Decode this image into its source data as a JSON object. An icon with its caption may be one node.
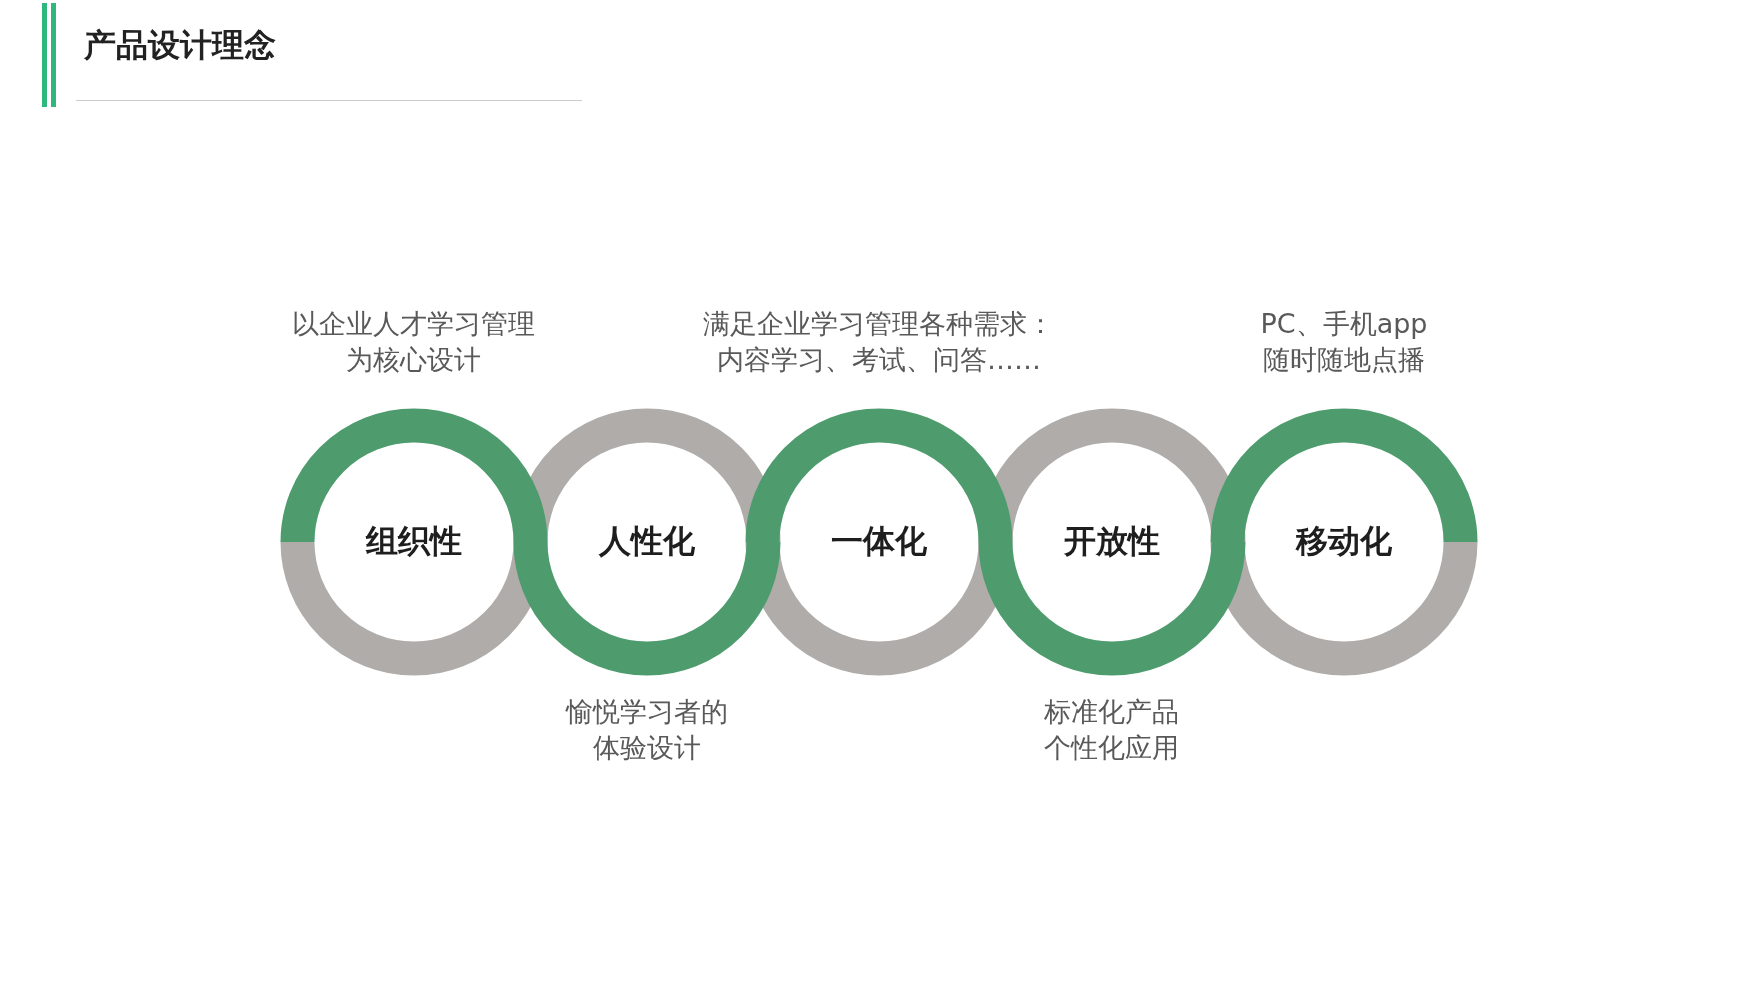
{
  "diagram": {
    "title": "产品设计理念",
    "nodes": [
      {
        "text": [
          "组织性"
        ],
        "beside": [
          "以企业人才学习管理为核心设计"
        ]
      },
      {
        "text": [
          "人性化"
        ],
        "beside": [
          "愉悦学习者的体验设计"
        ]
      },
      {
        "text": [
          "一体化"
        ],
        "beside": [
          "满足企业学习管理各种需求：内容学习、考试、问答……"
        ]
      },
      {
        "text": [
          "开放性"
        ],
        "beside": [
          "标准化产品个性化应用"
        ]
      },
      {
        "text": [
          "移动化"
        ],
        "beside": [
          "PC、手机app随时随地点播"
        ]
      }
    ],
    "edges": []
  }
}
